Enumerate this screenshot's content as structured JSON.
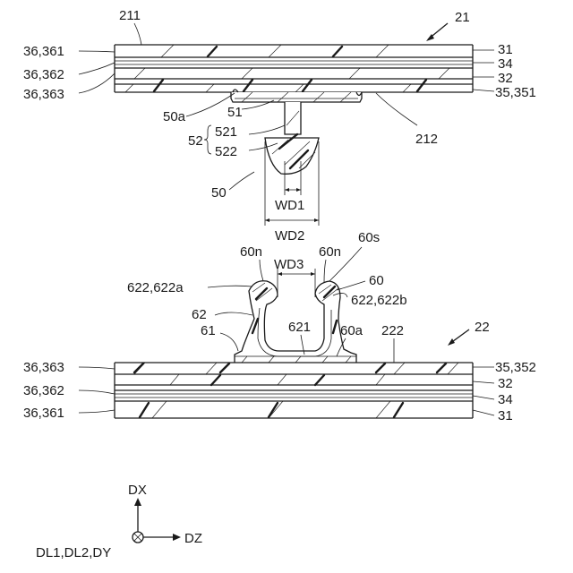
{
  "labels": {
    "upper_member": "21",
    "lower_member": "22",
    "upper_surface_outer": "211",
    "upper_surface_inner": "212",
    "lower_surface_inner": "222",
    "l_36_361_top": "36,361",
    "l_36_362_top": "36,362",
    "l_36_363_top": "36,363",
    "r_31_top": "31",
    "r_34_top": "34",
    "r_32_top": "32",
    "r_35_351": "35,351",
    "l_36_363_bot": "36,363",
    "l_36_362_bot": "36,362",
    "l_36_361_bot": "36,361",
    "r_35_352": "35,352",
    "r_32_bot": "32",
    "r_34_bot": "34",
    "r_31_bot": "31",
    "male_50a": "50a",
    "male_51": "51",
    "male_52": "52",
    "male_521": "521",
    "male_522": "522",
    "male_50": "50",
    "wd1": "WD1",
    "wd2": "WD2",
    "wd3": "WD3",
    "female_60n_left": "60n",
    "female_60n_right": "60n",
    "female_60s": "60s",
    "female_60": "60",
    "female_622a": "622,622a",
    "female_622b": "622,622b",
    "female_62": "62",
    "female_621": "621",
    "female_61": "61",
    "female_60a": "60a"
  },
  "axes": {
    "up": "DX",
    "right": "DZ",
    "out_of_page": "DL1,DL2,DY"
  }
}
